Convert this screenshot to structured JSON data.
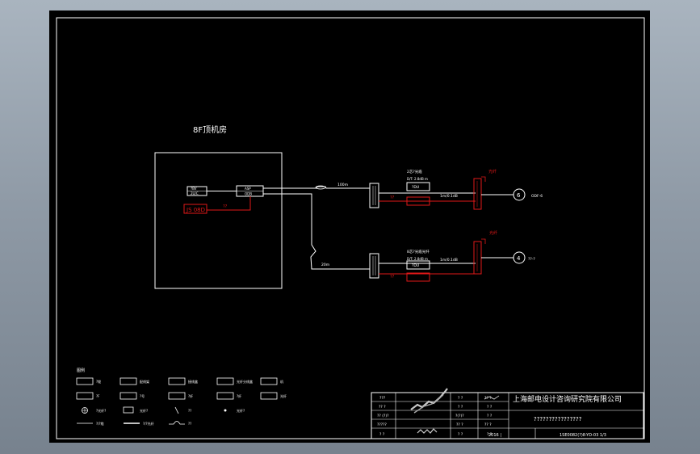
{
  "room": {
    "title": "8F顶机房"
  },
  "equipment": {
    "device_a_top": "?BV",
    "device_a_bottom": "2U/C",
    "device_b_top": "ASP",
    "device_b_bottom": "ODB",
    "red_label": "JS 08D",
    "red_mark": "??"
  },
  "lines": {
    "upper_distance": "100m",
    "lower_distance": "20m",
    "upper_box_title": "2芯?光缆",
    "upper_box_subtitle": "D/T: 2.8dB m",
    "upper_box_tag": "?DU",
    "upper_red_tag": "??",
    "upper_loss": "1m/0.1dB",
    "upper_right_label": "光纤",
    "upper_node": "6",
    "upper_node_label": "ODF-6",
    "lower_box_title": "8芯?光缆光纤",
    "lower_box_subtitle": "D/T: 2.8dB m",
    "lower_box_tag": "?DU",
    "lower_red_tag": "??",
    "lower_loss": "1m/0.1dB",
    "lower_right_label": "光纤",
    "lower_node": "4",
    "lower_node_label": "??-?"
  },
  "legend": {
    "title": "图例",
    "row1": [
      "?缆",
      "配线架",
      "接线盒",
      "光纤分线盒",
      "机"
    ],
    "row2": [
      "?F",
      "?号",
      "?纤",
      "?纤",
      "光纤"
    ],
    "row3": [
      "?光纤?",
      "光纤?",
      "??",
      "光纤?"
    ],
    "row4": [
      "?/?缆",
      "?/?光纤",
      "??"
    ]
  },
  "title_block": {
    "company": "上海邮电设计咨询研究院有限公司",
    "drawing_title": "????????????????",
    "drawing_number": "1SE0082(?)8-YD-03 1/3",
    "date": "2016 |",
    "left_col": [
      "???",
      "?? ?",
      "?? (?)?",
      "?????",
      "? ?"
    ],
    "mid_col": [
      "? ?",
      "? ?",
      "?(?)?",
      "?? ?",
      "? ?"
    ],
    "right_col": [
      "?? ?",
      "? ?",
      "? ?",
      "?? ?",
      "? ?"
    ]
  }
}
